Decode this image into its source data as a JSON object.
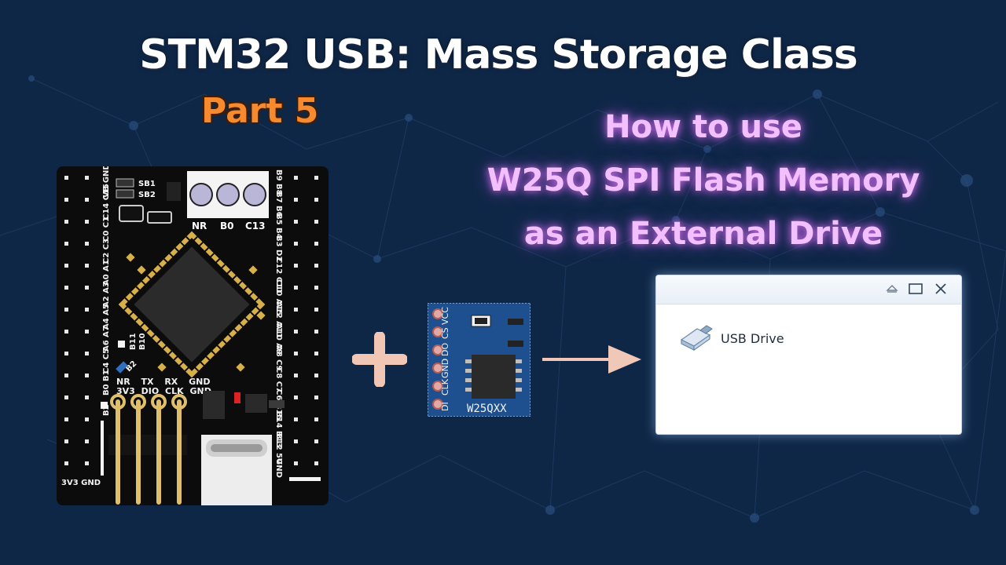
{
  "title": "STM32 USB: Mass Storage Class",
  "part": "Part 5",
  "subtitle": {
    "line1": "How to use",
    "line2": "W25Q SPI Flash Memory",
    "line3": "as an External Drive"
  },
  "board": {
    "buttons": [
      "NR",
      "B0",
      "C13"
    ],
    "jumpers": [
      "SB1",
      "SB2"
    ],
    "top_left_pins": "VB GND",
    "left_labels": [
      "C14 C15",
      "C0 C1",
      "C2 C3",
      "A0 A1",
      "A2 A3",
      "A4 A5",
      "A6 A7",
      "C4 C5",
      "B0 B1",
      "B2"
    ],
    "right_labels": [
      "B9 B8",
      "B7 B6",
      "B5 B4",
      "B3 D2",
      "C12 C11",
      "C10 A15",
      "A12 A11",
      "A10 A9",
      "A8 C9",
      "C8 C7",
      "C6 B15",
      "B14 B13",
      "B12 5V",
      "GND"
    ],
    "inner_labels": [
      "B11",
      "B10",
      "B2"
    ],
    "header_top": "NR TX RX GND",
    "header_bottom": "3V3 DIO CLK GND",
    "corner_label": "3V3 GND"
  },
  "module": {
    "pins": [
      "VCC",
      "CS",
      "DO",
      "GND",
      "CLK",
      "DI"
    ],
    "label": "W25QXX"
  },
  "window": {
    "drive_label": "USB Drive",
    "drive_icon": "usb-drive-icon"
  },
  "colors": {
    "background": "#0f2747",
    "title": "#ffffff",
    "part": "#f78a2e",
    "subtitle": "#f2c0ff",
    "board": "#0c0c0c",
    "module": "#1e4f8f",
    "plus": "#f2c6b4",
    "arrow": "#f0c8b8"
  }
}
